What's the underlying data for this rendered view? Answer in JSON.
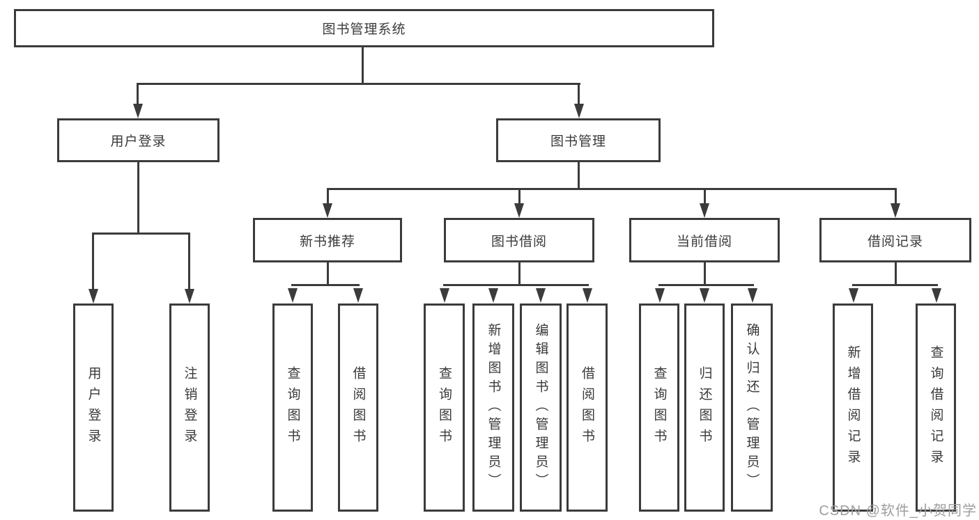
{
  "diagram": {
    "type": "hierarchy-tree",
    "colors": {
      "line": "#3b3b3b",
      "text": "#3a3a3a",
      "box_background": "#ffffff",
      "page_background": "#ffffff",
      "watermark": "#9e9e9e"
    },
    "tree": {
      "label": "图书管理系统",
      "children": [
        {
          "label": "用户登录",
          "children": [
            {
              "label": "用户登录"
            },
            {
              "label": "注销登录"
            }
          ]
        },
        {
          "label": "图书管理",
          "children": [
            {
              "label": "新书推荐",
              "children": [
                {
                  "label": "查询图书"
                },
                {
                  "label": "借阅图书"
                }
              ]
            },
            {
              "label": "图书借阅",
              "children": [
                {
                  "label": "查询图书"
                },
                {
                  "label": "新增图书（管理员）"
                },
                {
                  "label": "编辑图书（管理员）"
                },
                {
                  "label": "借阅图书"
                }
              ]
            },
            {
              "label": "当前借阅",
              "children": [
                {
                  "label": "查询图书"
                },
                {
                  "label": "归还图书"
                },
                {
                  "label": "确认归还（管理员）"
                }
              ]
            },
            {
              "label": "借阅记录",
              "children": [
                {
                  "label": "新增借阅记录"
                },
                {
                  "label": "查询借阅记录"
                }
              ]
            }
          ]
        }
      ]
    },
    "watermark": {
      "text": "CSDN @软件_小贺同学"
    }
  }
}
